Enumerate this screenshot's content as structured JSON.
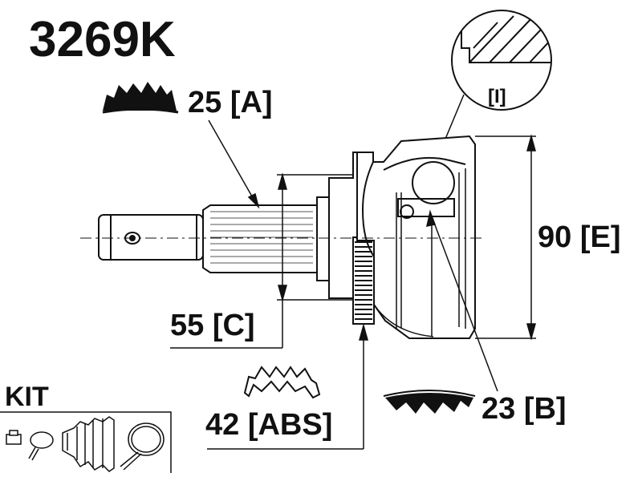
{
  "part_number": "3269K",
  "detail_label": "[I]",
  "dimensions": {
    "spline_outer": "25 [A]",
    "spline_inner": "23 [B]",
    "seal_diameter": "55 [C]",
    "abs_ring": "42 [ABS]",
    "outer_diameter": "90 [E]"
  },
  "kit": {
    "title": "KIT"
  },
  "colors": {
    "ink": "#111111",
    "background": "#ffffff"
  }
}
